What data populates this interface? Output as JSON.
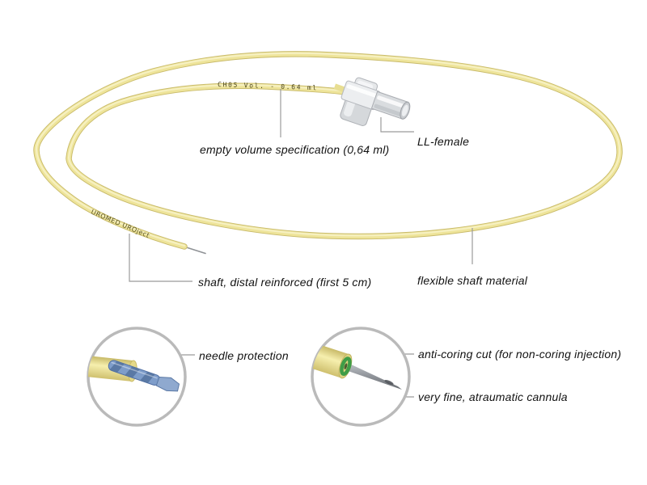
{
  "figure": {
    "type": "annotated-product-illustration",
    "subject": "injection catheter with LL-female connector",
    "background_color": "#ffffff",
    "tube_prints": {
      "volume_print": "CH05 Vol. - 0.64 ml",
      "brand_print": "UROMED UROject"
    },
    "callouts": {
      "empty_volume": "empty volume specification (0,64 ml)",
      "ll_female": "LL-female",
      "shaft_distal": "shaft, distal reinforced (first 5 cm)",
      "flexible_shaft": "flexible shaft material",
      "needle_protection": "needle protection",
      "anti_coring": "anti-coring cut (for non-coring injection)",
      "cannula": "very fine, atraumatic cannula"
    },
    "colors": {
      "tube_yellow": "#eee49a",
      "tube_shadow": "#c9bb6b",
      "tube_highlight": "#f6f0c0",
      "print_text": "#4c461c",
      "connector_gray": "#d9dcdf",
      "leader_line": "#9b9b9b",
      "detail_circle_border": "#bababa",
      "needle_protection_blue": "#7e9dca",
      "anti_coring_green": "#3f9d47",
      "cannula_metal": "#8d9196",
      "label_text": "#121212"
    }
  }
}
